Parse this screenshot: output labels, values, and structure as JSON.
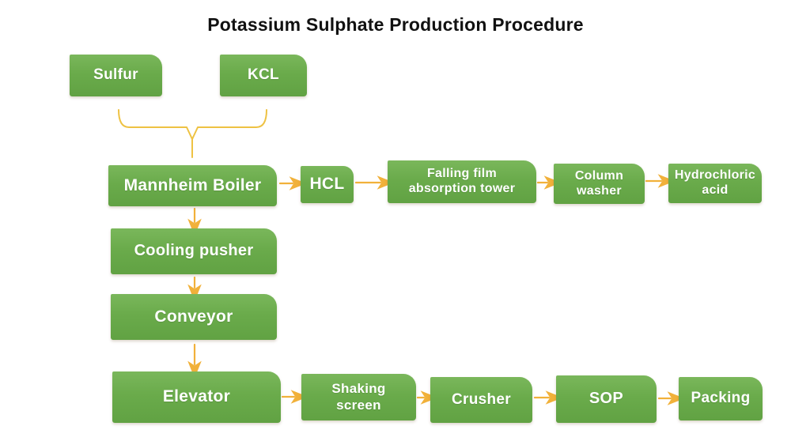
{
  "title": "Potassium Sulphate Production Procedure",
  "colors": {
    "background": "#ffffff",
    "title_text": "#111111",
    "node_fill": "#6aab4b",
    "node_fill_top": "#7ab75b",
    "node_fill_bottom": "#61a243",
    "node_text": "#ffffff",
    "connector": "#f1b13a",
    "brace": "#eec243"
  },
  "nodes": {
    "sulfur": {
      "label": "Sulfur"
    },
    "kcl": {
      "label": "KCL"
    },
    "mannheim_boiler": {
      "label": "Mannheim Boiler"
    },
    "hcl": {
      "label": "HCL"
    },
    "falling_film": {
      "label": "Falling film\nabsorption tower"
    },
    "column_washer": {
      "label": "Column\nwasher"
    },
    "hydrochloric_acid": {
      "label": "Hydrochloric\nacid"
    },
    "cooling_pusher": {
      "label": "Cooling pusher"
    },
    "conveyor": {
      "label": "Conveyor"
    },
    "elevator": {
      "label": "Elevator"
    },
    "shaking_screen": {
      "label": "Shaking\nscreen"
    },
    "crusher": {
      "label": "Crusher"
    },
    "sop": {
      "label": "SOP"
    },
    "packing": {
      "label": "Packing"
    }
  },
  "flow": {
    "edges": [
      {
        "from": "Sulfur",
        "to": "Mannheim Boiler"
      },
      {
        "from": "KCL",
        "to": "Mannheim Boiler"
      },
      {
        "from": "Mannheim Boiler",
        "to": "HCL"
      },
      {
        "from": "HCL",
        "to": "Falling film absorption tower"
      },
      {
        "from": "Falling film absorption tower",
        "to": "Column washer"
      },
      {
        "from": "Column washer",
        "to": "Hydrochloric acid"
      },
      {
        "from": "Mannheim Boiler",
        "to": "Cooling pusher"
      },
      {
        "from": "Cooling pusher",
        "to": "Conveyor"
      },
      {
        "from": "Conveyor",
        "to": "Elevator"
      },
      {
        "from": "Elevator",
        "to": "Shaking screen"
      },
      {
        "from": "Shaking screen",
        "to": "Crusher"
      },
      {
        "from": "Crusher",
        "to": "SOP"
      },
      {
        "from": "SOP",
        "to": "Packing"
      }
    ]
  }
}
